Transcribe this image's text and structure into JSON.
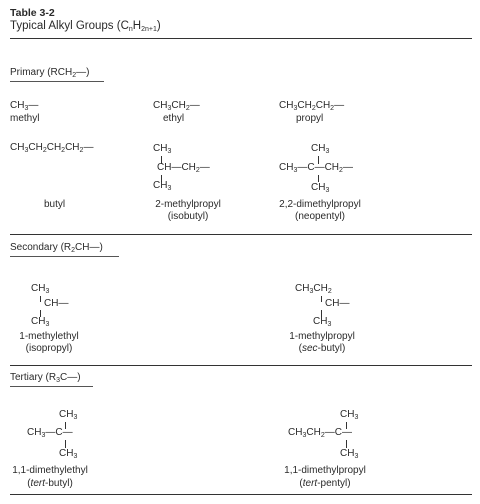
{
  "table": {
    "number": "Table 3-2",
    "title_prefix": "Typical Alkyl Groups (C",
    "sub_n": "n",
    "title_mid": "H",
    "sub_2n1": "2n+1",
    "title_suffix": ")"
  },
  "sections": {
    "primary": {
      "label": "Primary (RCH",
      "sub": "2",
      "tail": "—)"
    },
    "secondary": {
      "label": "Secondary (R",
      "sub": "2",
      "tail": "CH—)"
    },
    "tertiary": {
      "label": "Tertiary (R",
      "sub": "3",
      "tail": "C—)"
    }
  },
  "sub2": "2",
  "sub3": "3",
  "primary": {
    "methyl": {
      "formula_a": "CH",
      "formula_tail": "—",
      "name": "methyl"
    },
    "ethyl": {
      "formula_a": "CH",
      "formula_b": "CH",
      "formula_tail": "—",
      "name": "ethyl"
    },
    "propyl": {
      "formula_a": "CH",
      "formula_b": "CH",
      "formula_c": "CH",
      "formula_tail": "—",
      "name": "propyl"
    },
    "butyl": {
      "formula_a": "CH",
      "formula_b": "CH",
      "formula_c": "CH",
      "formula_d": "CH",
      "formula_tail": "—",
      "name": "butyl"
    },
    "isobutyl": {
      "top": "CH",
      "mid": "CH—CH",
      "mid_tail": "—",
      "bottom": "CH",
      "name": "2-methylpropyl",
      "common": "(isobutyl)"
    },
    "neopentyl": {
      "top": "CH",
      "left": "CH",
      "center": "—C—CH",
      "tail": "—",
      "bottom": "CH",
      "name": "2,2-dimethylpropyl",
      "common": "(neopentyl)"
    }
  },
  "secondary": {
    "isopropyl": {
      "top": "CH",
      "mid": "CH—",
      "bottom": "CH",
      "name": "1-methylethyl",
      "common": "(isopropyl)"
    },
    "secbutyl": {
      "top_a": "CH",
      "top_b": "CH",
      "mid": "CH—",
      "bottom": "CH",
      "name": "1-methylpropyl",
      "common_open": "(",
      "common_italic": "sec",
      "common_close": "-butyl)"
    }
  },
  "tertiary": {
    "tertbutyl": {
      "top": "CH",
      "left": "CH",
      "center": "—C—",
      "bottom": "CH",
      "name": "1,1-dimethylethyl",
      "common_open": "(",
      "common_italic": "tert",
      "common_close": "-butyl)"
    },
    "tertpentyl": {
      "top": "CH",
      "left_a": "CH",
      "left_b": "CH",
      "center": "—C—",
      "bottom": "CH",
      "name": "1,1-dimethylpropyl",
      "common_open": "(",
      "common_italic": "tert",
      "common_close": "-pentyl)"
    }
  }
}
